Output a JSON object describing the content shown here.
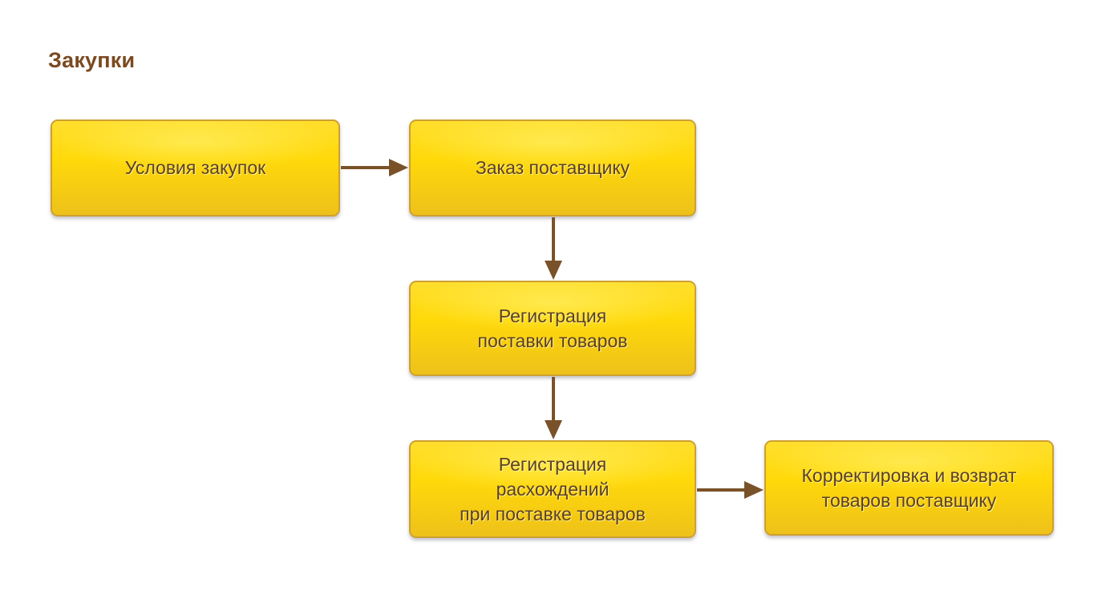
{
  "page": {
    "title": "Закупки"
  },
  "colors": {
    "title_text": "#7b4a21",
    "arrow": "#7a5229",
    "node_border": "#cda030",
    "node_text": "#5c4023",
    "node_gradient_top": "#ffdf2e",
    "node_gradient_bottom": "#eec11a",
    "background": "#ffffff"
  },
  "diagram": {
    "type": "flowchart",
    "nodes": [
      {
        "id": "usloviya-zakupok",
        "label": "Условия закупок"
      },
      {
        "id": "zakaz-postavshchiku",
        "label": "Заказ поставщику"
      },
      {
        "id": "registratsiya-postavki",
        "label": "Регистрация\nпоставки товаров"
      },
      {
        "id": "registratsiya-raskhozhdeniy",
        "label": "Регистрация\nрасхождений\nпри поставке товаров"
      },
      {
        "id": "korrektirovka-i-vozvrat",
        "label": "Корректировка и возврат\nтоваров поставщику"
      }
    ],
    "edges": [
      {
        "from": "usloviya-zakupok",
        "to": "zakaz-postavshchiku",
        "direction": "right"
      },
      {
        "from": "zakaz-postavshchiku",
        "to": "registratsiya-postavki",
        "direction": "down"
      },
      {
        "from": "registratsiya-postavki",
        "to": "registratsiya-raskhozhdeniy",
        "direction": "down"
      },
      {
        "from": "registratsiya-raskhozhdeniy",
        "to": "korrektirovka-i-vozvrat",
        "direction": "right"
      }
    ]
  }
}
